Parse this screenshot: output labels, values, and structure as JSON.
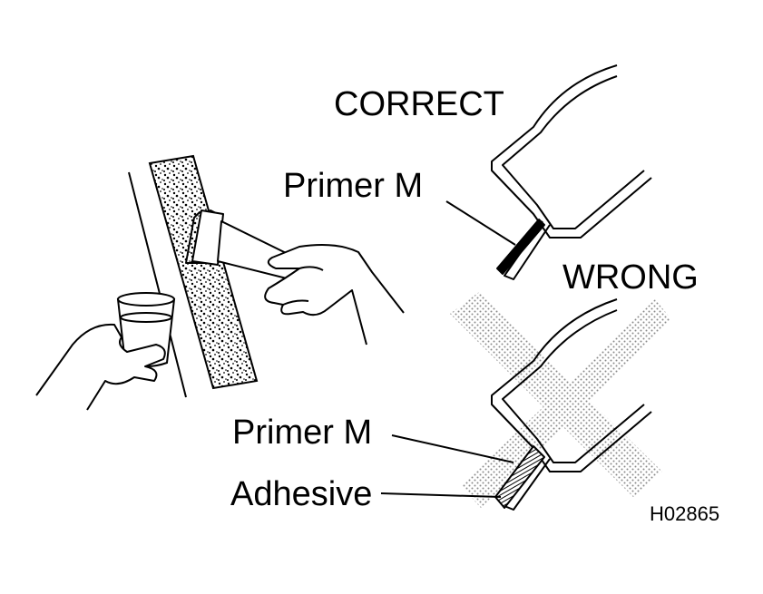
{
  "labels": {
    "correct": "CORRECT",
    "wrong": "WRONG",
    "primer_top": "Primer M",
    "primer_bottom": "Primer M",
    "adhesive": "Adhesive",
    "figure_code": "H02865"
  },
  "colors": {
    "ink": "#000000",
    "paper": "#ffffff",
    "stipple": "#9a9a9a"
  },
  "icons": [
    "brush-icon",
    "glass-cup-icon",
    "hand-icon",
    "cross-mark-icon"
  ]
}
